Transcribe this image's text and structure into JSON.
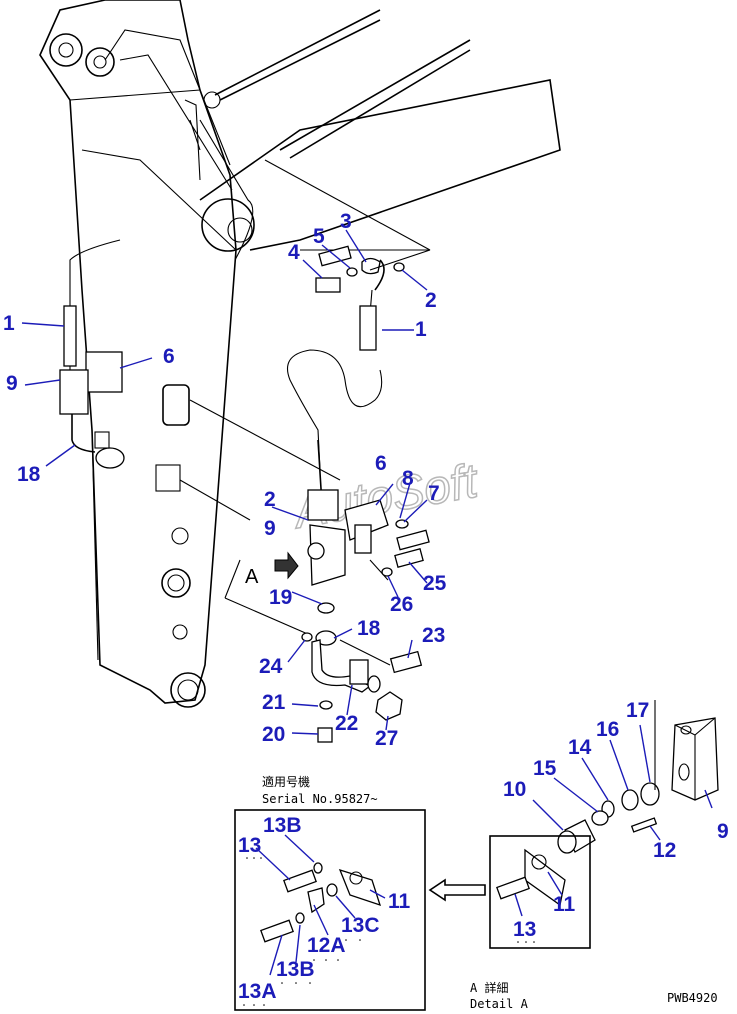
{
  "watermark": "AutoSoft",
  "drawing_code": "PWB4920",
  "serial_box": {
    "title_jp": "適用号機",
    "serial": "Serial No.95827~"
  },
  "detail_caption": {
    "jp": "A 詳細",
    "en": "Detail A"
  },
  "view_marker": "A",
  "callouts": {
    "c1a": "1",
    "c1b": "1",
    "c2a": "2",
    "c2b": "2",
    "c3": "3",
    "c4": "4",
    "c5": "5",
    "c6a": "6",
    "c6b": "6",
    "c7": "7",
    "c8": "8",
    "c9a": "9",
    "c9b": "9",
    "c9c": "9",
    "c10": "10",
    "c11a": "11",
    "c11b": "11",
    "c12": "12",
    "c12a": "12A",
    "c13a": "13",
    "c13b": "13",
    "c13bA": "13B",
    "c13bB": "13B",
    "c13c": "13C",
    "c13aA": "13A",
    "c14": "14",
    "c15": "15",
    "c16": "16",
    "c17": "17",
    "c18a": "18",
    "c18b": "18",
    "c19": "19",
    "c20": "20",
    "c21": "21",
    "c22": "22",
    "c23": "23",
    "c24": "24",
    "c25": "25",
    "c26": "26",
    "c27": "27"
  }
}
